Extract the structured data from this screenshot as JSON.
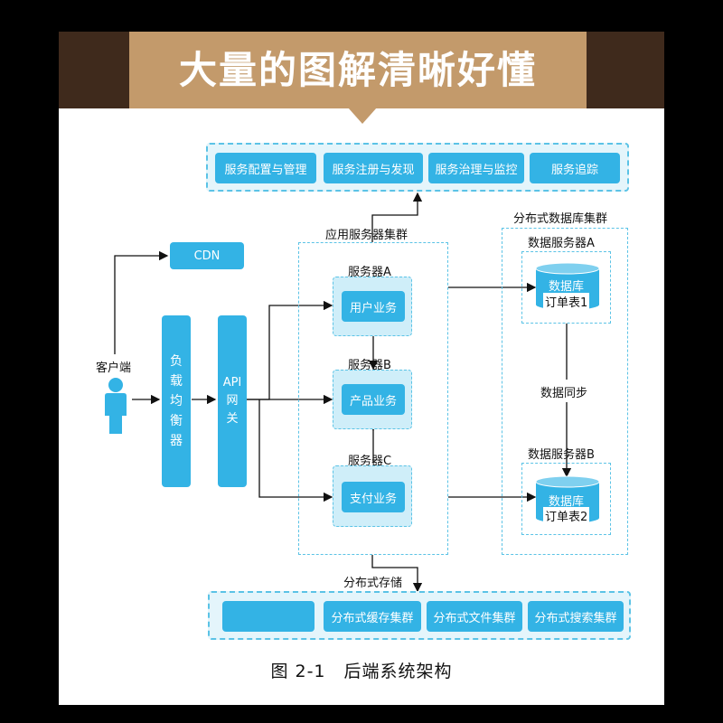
{
  "banner": {
    "title": "大量的图解清晰好懂"
  },
  "top_services": [
    "服务配置与管理",
    "服务注册与发现",
    "服务治理与监控",
    "服务追踪"
  ],
  "client": {
    "label": "客户端",
    "icon": "user-icon"
  },
  "cdn": "CDN",
  "load_balancer": [
    "负",
    "载",
    "均",
    "衡",
    "器"
  ],
  "gateway": [
    "API",
    "网",
    "关"
  ],
  "app_cluster": {
    "title": "应用服务器集群",
    "servers": [
      {
        "name": "服务器A",
        "service": "用户业务"
      },
      {
        "name": "服务器B",
        "service": "产品业务"
      },
      {
        "name": "服务器C",
        "service": "支付业务"
      }
    ]
  },
  "db_cluster": {
    "title": "分布式数据库集群",
    "servers": [
      {
        "name": "数据服务器A",
        "db": "数据库",
        "table": "订单表1"
      },
      {
        "name": "数据服务器B",
        "db": "数据库",
        "table": "订单表2"
      }
    ],
    "sync": "数据同步"
  },
  "storage": {
    "title": "分布式存储",
    "items": [
      "",
      "分布式缓存集群",
      "分布式文件集群",
      "分布式搜索集群"
    ]
  },
  "caption": "图 2-1　后端系统架构",
  "colors": {
    "accent": "#33b3e5",
    "panel": "#e4f5fb",
    "banner_dark": "#3f2a1c",
    "banner_gold": "#c39a6b"
  }
}
